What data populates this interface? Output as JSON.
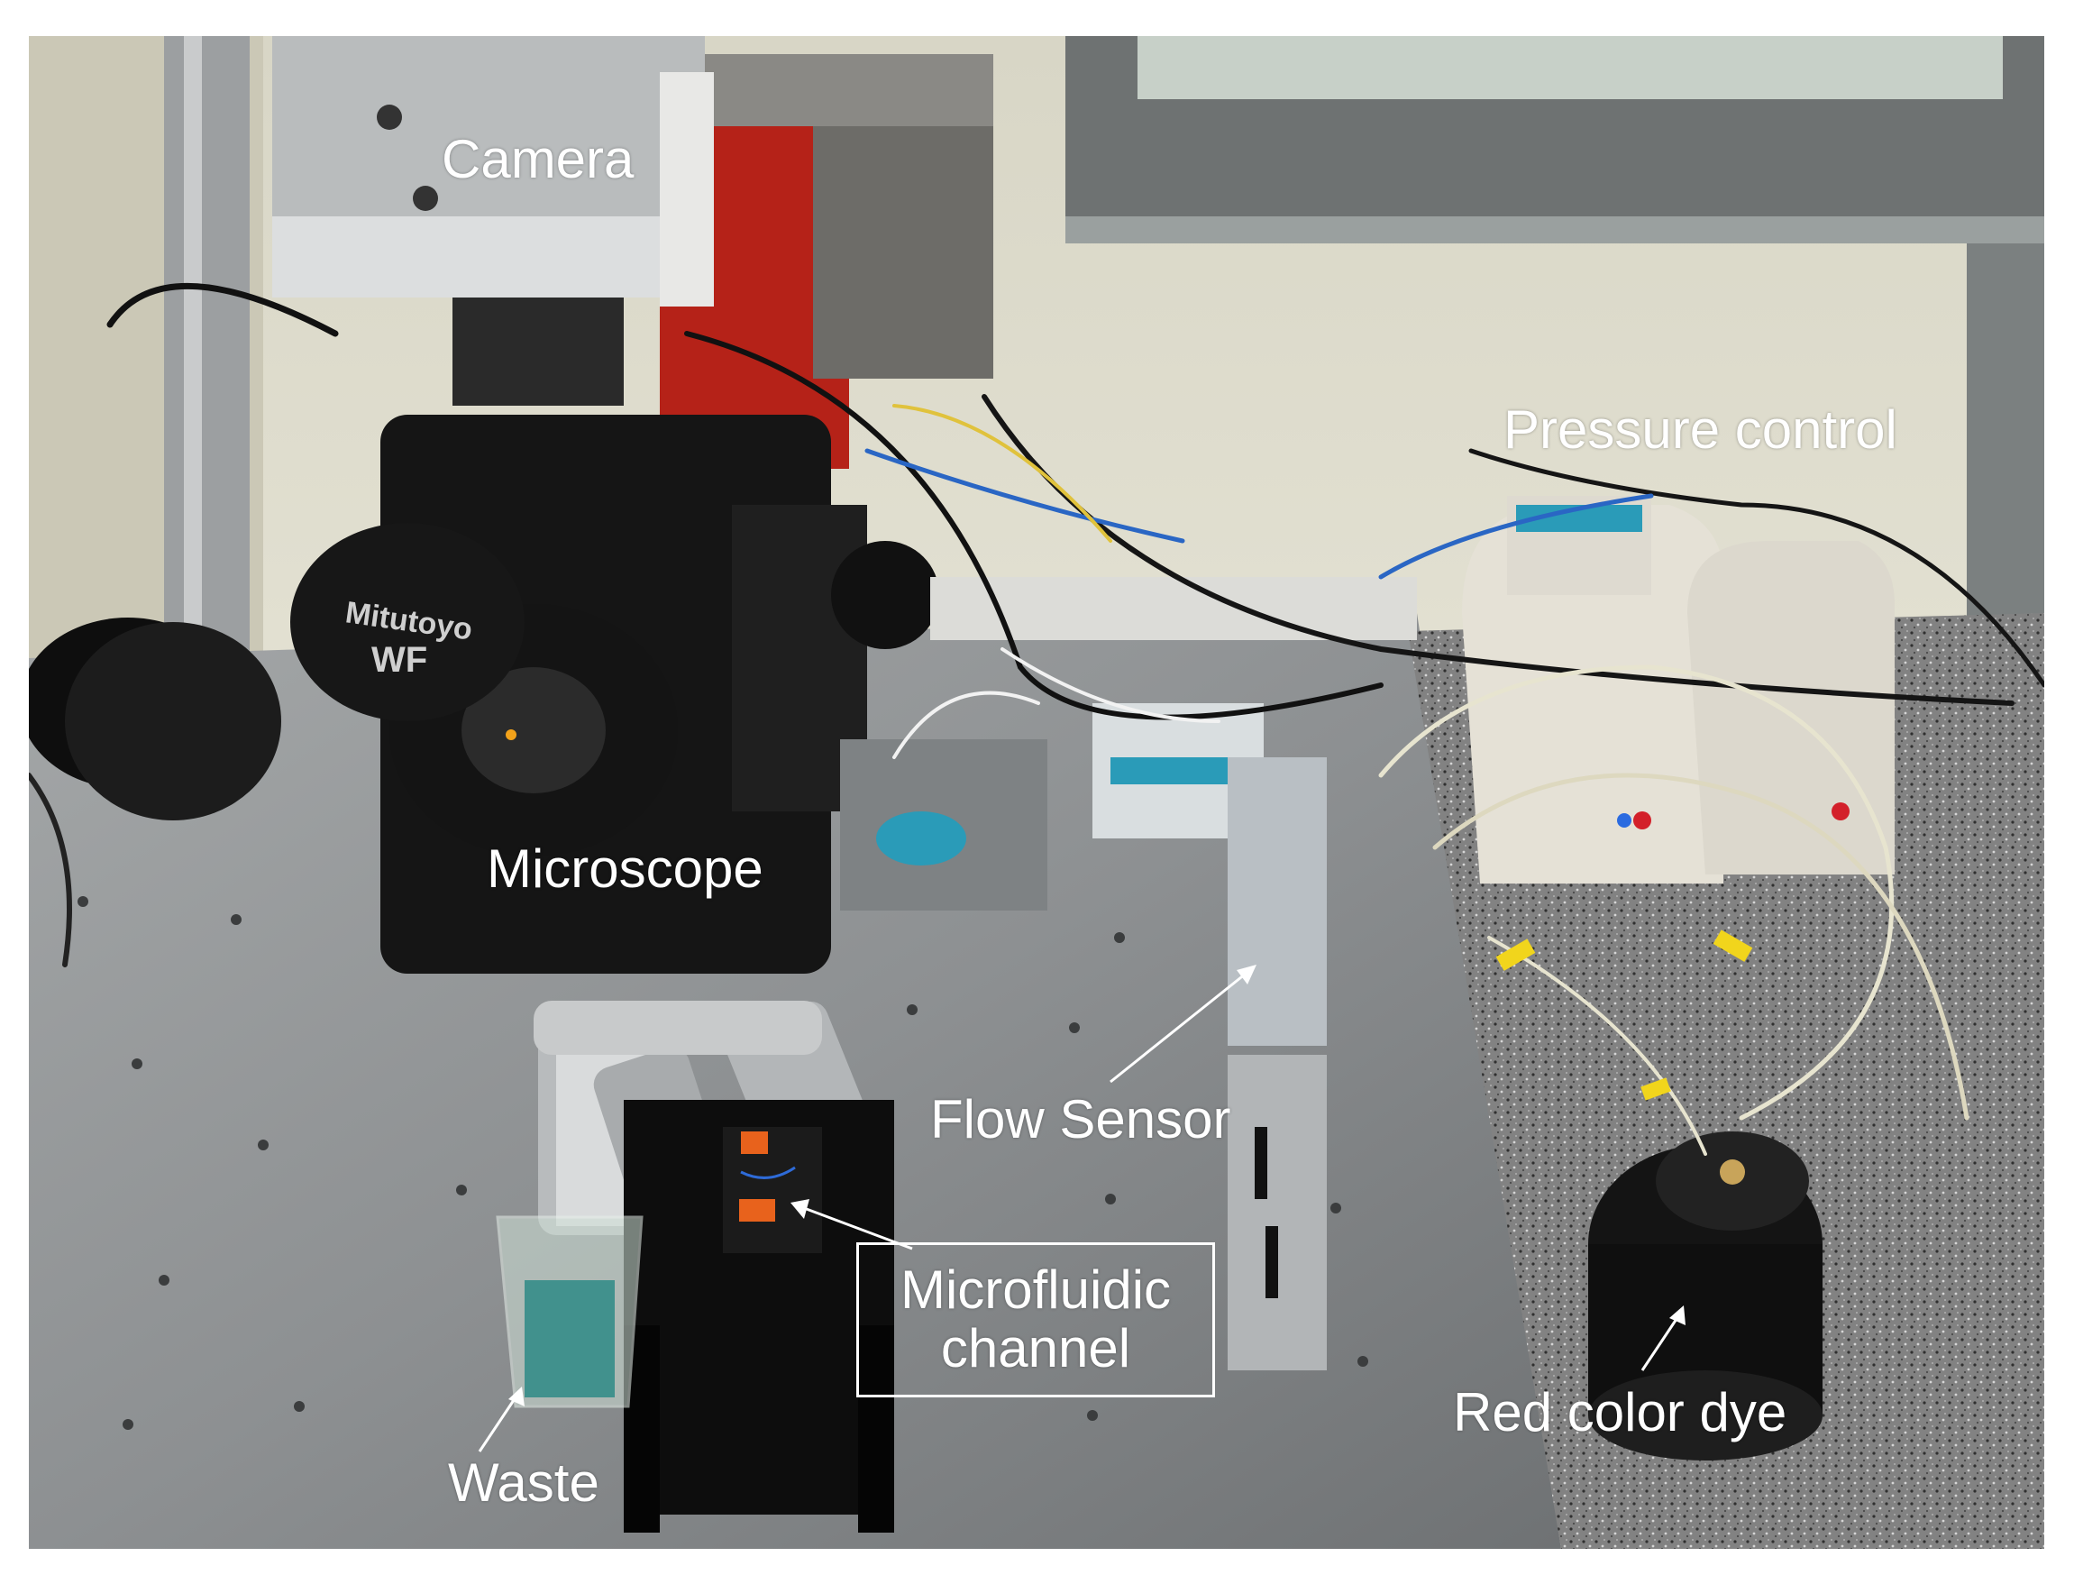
{
  "labels": {
    "camera": "Camera",
    "pressure_control": "Pressure control",
    "microscope": "Microscope",
    "flow_sensor": "Flow Sensor",
    "microfluidic_line1": "Microfluidic",
    "microfluidic_line2": "channel",
    "red_color_dye": "Red color dye",
    "waste": "Waste"
  },
  "device_markings": {
    "microscope_brand": "Mitutoyo",
    "eyepiece": "WF"
  },
  "colors": {
    "label_text": "#ffffff",
    "frame_background": "#ffffff",
    "table_surface": "#8f9294",
    "granite": "#7f7f7f",
    "wall": "#e9e7d8",
    "red_block": "#b52218",
    "waste_beaker_contents": "#2e8a86",
    "microfluidic_chip_orange": "#e8621c"
  }
}
